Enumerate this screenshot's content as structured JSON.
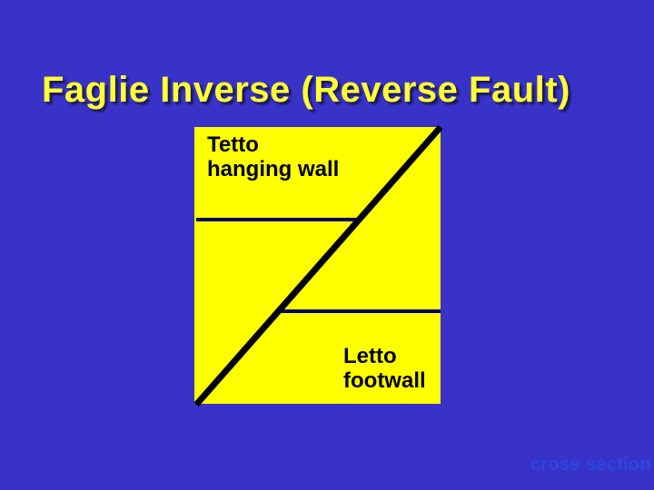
{
  "slide": {
    "title": "Faglie Inverse (Reverse Fault)",
    "caption": "cross section"
  },
  "diagram": {
    "hanging_wall": {
      "line1": "Tetto",
      "line2": "hanging wall"
    },
    "footwall": {
      "line1": "Letto",
      "line2": "footwall"
    }
  },
  "colors": {
    "background": "#3932C8",
    "title": "#FFFF33",
    "box": "#FFFF00",
    "fault": "#000000",
    "strata": "#000070",
    "label": "#000000",
    "caption": "#2C46E0"
  }
}
